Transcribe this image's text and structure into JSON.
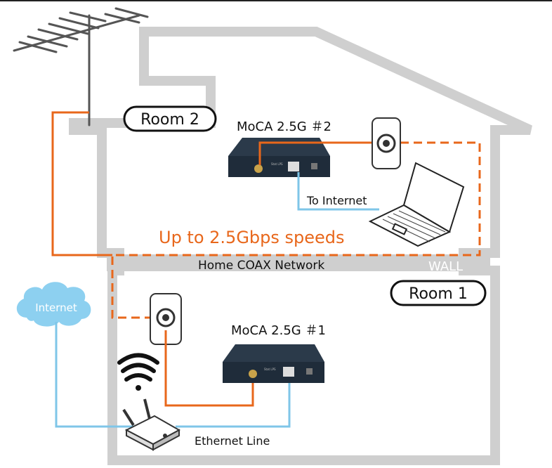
{
  "labels": {
    "room2": "Room 2",
    "room1": "Room 1",
    "moca2": "MoCA 2.5G ＃2",
    "moca1": "MoCA 2.5G ＃1",
    "to_internet": "To Internet",
    "speed": "Up to 2.5Gbps speeds",
    "home_coax": "Home COAX Network",
    "wall": "WALL",
    "internet": "Internet",
    "ethernet_line": "Ethernet Line"
  },
  "colors": {
    "house_outline": "#cfcfcf",
    "coax": "#e8671b",
    "ethernet": "#7fc6e8",
    "cloud": "#8dd0f0",
    "device": "#1f2c3a"
  },
  "icons": {
    "antenna": "tv-antenna-icon",
    "wifi": "wifi-signal-icon",
    "router": "wireless-router-icon",
    "laptop": "laptop-icon",
    "coax_outlet": "coax-wall-outlet-icon",
    "cloud": "cloud-icon"
  }
}
